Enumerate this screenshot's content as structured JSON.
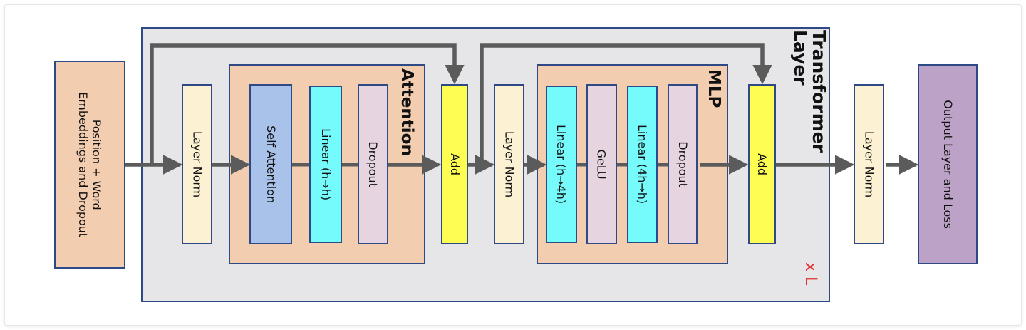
{
  "input_block": "Position + Word\nEmbeddings and Dropout",
  "transformer_title": "Transformer\nLayer",
  "repeat_label": "x L",
  "attention": {
    "title": "Attention",
    "self_attention": "Self Attention",
    "linear": "Linear (h→h)",
    "dropout": "Dropout"
  },
  "mlp": {
    "title": "MLP",
    "linear_1": "Linear (h→4h)",
    "gelu": "GeLU",
    "linear_2": "Linear (4h→h)",
    "dropout": "Dropout"
  },
  "layer_norm_1": "Layer Norm",
  "add_1": "Add",
  "layer_norm_2": "Layer Norm",
  "add_2": "Add",
  "final_layer_norm": "Layer Norm",
  "output_block": "Output Layer and Loss",
  "colors": {
    "outline": "#2e4a86",
    "transformer_bg": "#e6e6e8",
    "orange": "#f2cdb0",
    "cream": "#fdf1d4",
    "blue": "#a9c2ea",
    "cyan": "#76fbfd",
    "mauve": "#e6d5e0",
    "yellow": "#fdfd52",
    "purple": "#bca2c6",
    "arrow": "#5b5b5b",
    "repeat_red": "#e03030"
  }
}
